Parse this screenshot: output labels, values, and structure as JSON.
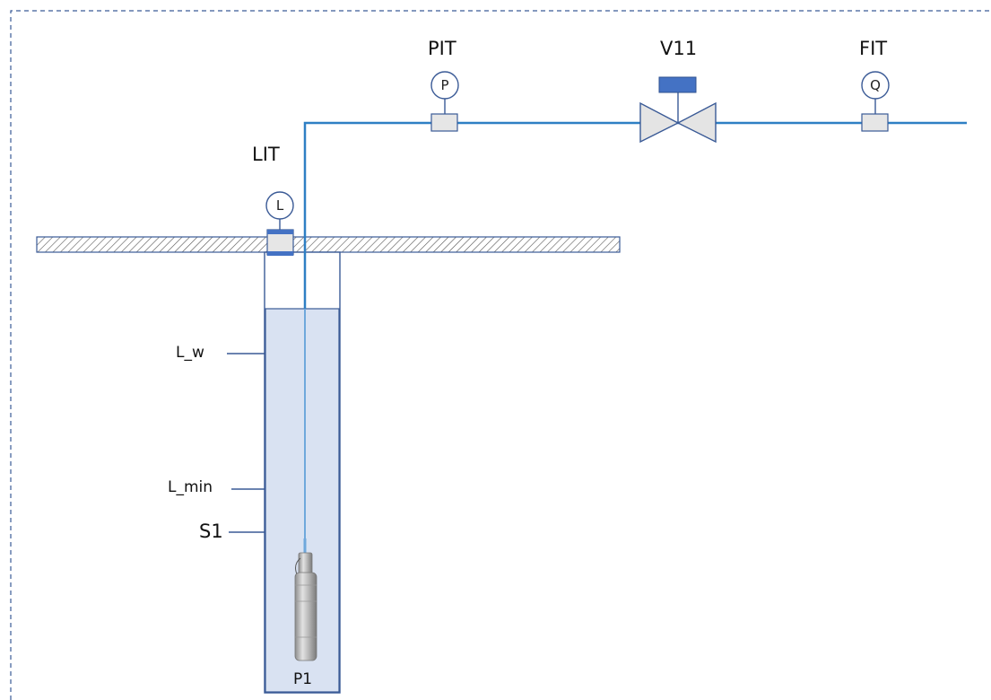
{
  "instruments": {
    "pit": {
      "tag": "PIT",
      "symbol": "P"
    },
    "fit": {
      "tag": "FIT",
      "symbol": "Q"
    },
    "lit": {
      "tag": "LIT",
      "symbol": "L"
    }
  },
  "valve": {
    "tag": "V11"
  },
  "well": {
    "levels": {
      "working": "L_w",
      "minimum": "L_min",
      "sensor": "S1"
    },
    "pump": {
      "tag": "P1"
    }
  },
  "colors": {
    "pipe": "#2E7FC4",
    "water_fill": "#D9E2F2",
    "outline": "#3A5A96",
    "instrument_box": "#E6E6E6",
    "actuator": "#4472C4",
    "valve_body": "#E4E4E4"
  }
}
